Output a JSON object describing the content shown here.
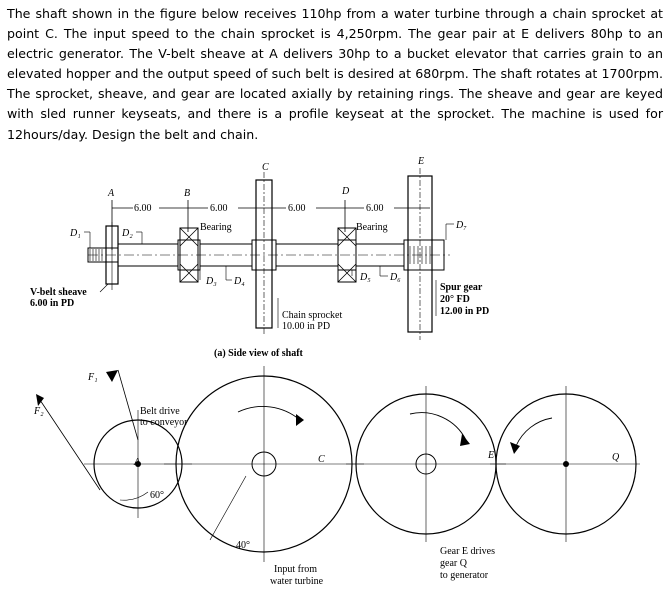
{
  "problem_text": "The shaft shown in the figure below receives 110hp from a water turbine through a chain sprocket at point C. The input speed to the chain sprocket is 4,250rpm. The gear pair at E delivers 80hp to an electric generator. The V-belt sheave at A delivers 30hp to a bucket elevator that carries grain to an elevated hopper and the output speed of such belt is desired at 680rpm. The shaft rotates at 1700rpm. The sprocket, sheave, and gear are located axially by retaining rings. The sheave and gear are keyed with sled runner keyseats, and there is a profile keyseat at the sprocket. The machine is used for 12hours/day. Design the belt and chain.",
  "figure": {
    "point_labels": {
      "a": "A",
      "b": "B",
      "c": "C",
      "d": "D",
      "e": "E",
      "q": "Q"
    },
    "dimensions": [
      "6.00",
      "6.00",
      "6.00",
      "6.00"
    ],
    "diameters": {
      "d1": "D₁",
      "d2": "D₂",
      "d3": "D₃",
      "d4": "D₄",
      "d5": "D₅",
      "d6": "D₆",
      "d7": "D₇"
    },
    "bearing_label_left": "Bearing",
    "bearing_label_right": "Bearing",
    "vbelt_line1": "V-belt sheave",
    "vbelt_line2": "6.00 in PD",
    "sprocket_line1": "Chain sprocket",
    "sprocket_line2": "10.00 in PD",
    "gear_line1": "Spur gear",
    "gear_line2": "20° FD",
    "gear_line3": "12.00 in PD",
    "caption": "(a) Side view of shaft",
    "f1": "F₁",
    "f2": "F₂",
    "belt_line1": "Belt drive",
    "belt_line2": "to conveyor",
    "angle_60": "60°",
    "angle_40": "40°",
    "input_line1": "Input from",
    "input_line2": "water turbine",
    "gear_e_line1": "Gear E drives",
    "gear_e_line2": "gear Q",
    "gear_e_line3": "to generator"
  }
}
